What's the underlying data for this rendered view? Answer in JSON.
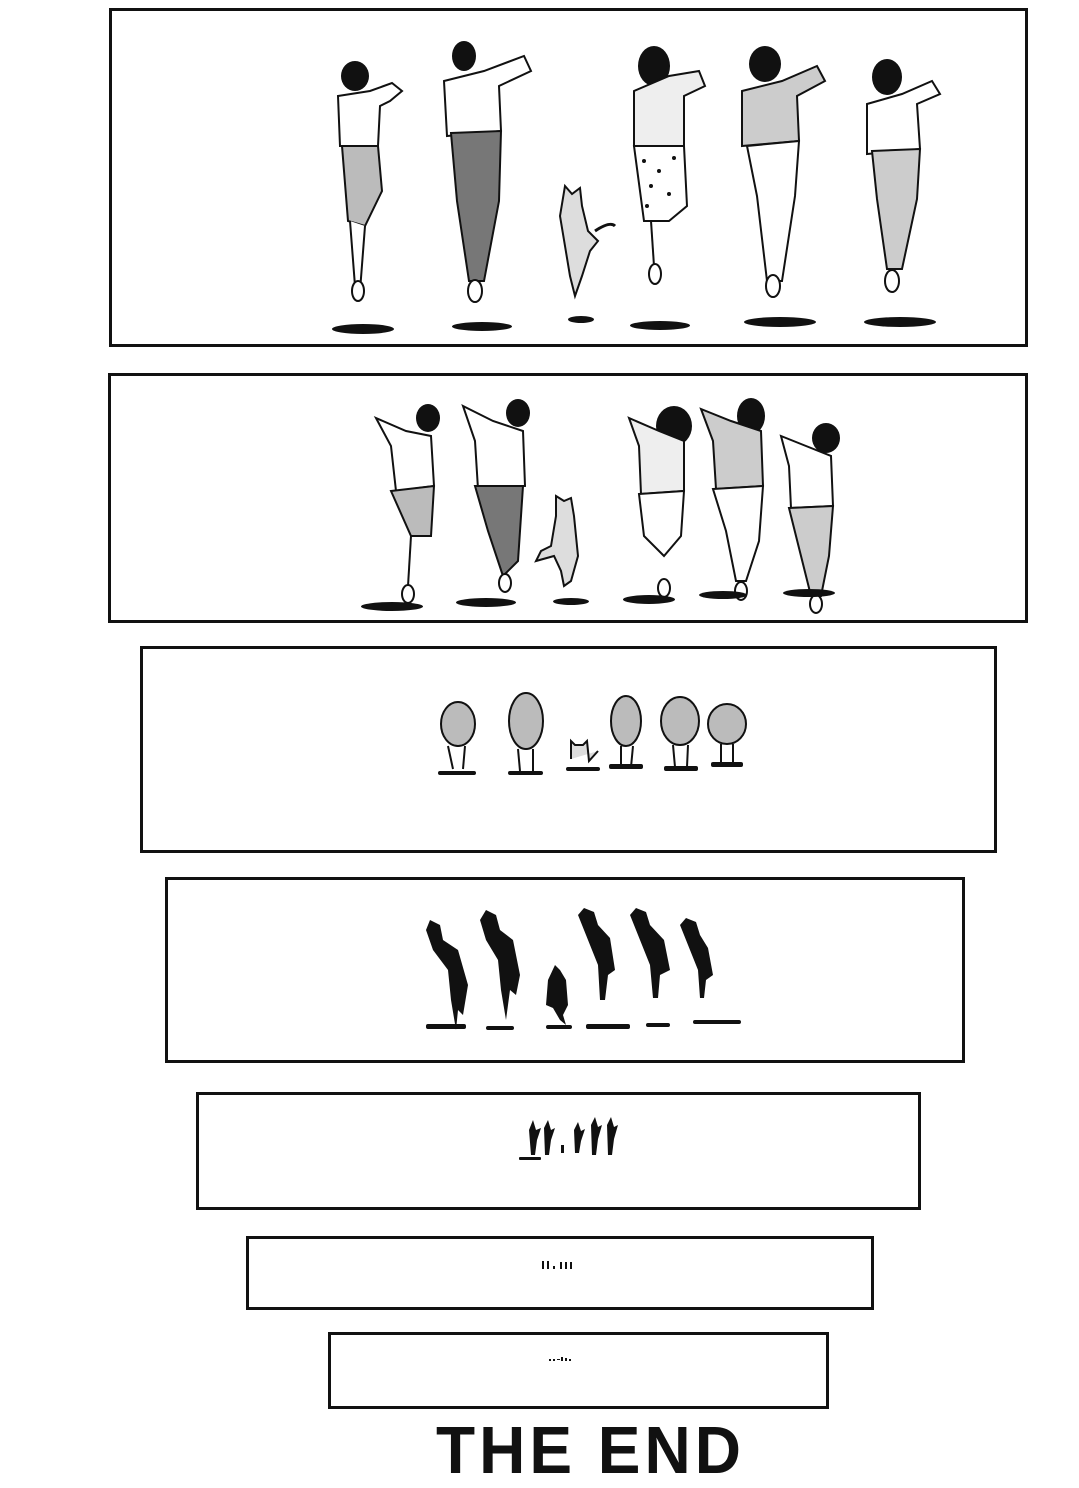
{
  "page": {
    "type": "manga-page",
    "ending_text": "THE END",
    "colors": {
      "ink": "#111111",
      "paper": "#ffffff",
      "screentone": "#9a9a9a"
    }
  },
  "panels": [
    {
      "index": 1,
      "description": "Five people and a cat jumping away, seen from behind, large",
      "figures": [
        "person-1",
        "person-2",
        "cat",
        "person-3",
        "person-4",
        "person-5"
      ]
    },
    {
      "index": 2,
      "description": "Same group jumping, smaller, farther away",
      "figures": [
        "person-1",
        "person-2",
        "cat",
        "person-3",
        "person-4",
        "person-5"
      ]
    },
    {
      "index": 3,
      "description": "Group seen small from behind, landing",
      "figures": [
        "person-1",
        "person-2",
        "cat",
        "person-3",
        "person-4",
        "person-5"
      ]
    },
    {
      "index": 4,
      "description": "Group as black silhouettes jumping",
      "figures": [
        "person-1",
        "person-2",
        "cat",
        "person-3",
        "person-4",
        "person-5"
      ]
    },
    {
      "index": 5,
      "description": "Tiny silhouettes in the distance",
      "mini_text": "ᚪᚪ᛫ᚪᚪᚪ"
    },
    {
      "index": 6,
      "description": "Even tinier silhouettes",
      "mini_text": "ıı.ııı"
    },
    {
      "index": 7,
      "description": "Barely visible specks",
      "mini_text": "··-··"
    }
  ]
}
